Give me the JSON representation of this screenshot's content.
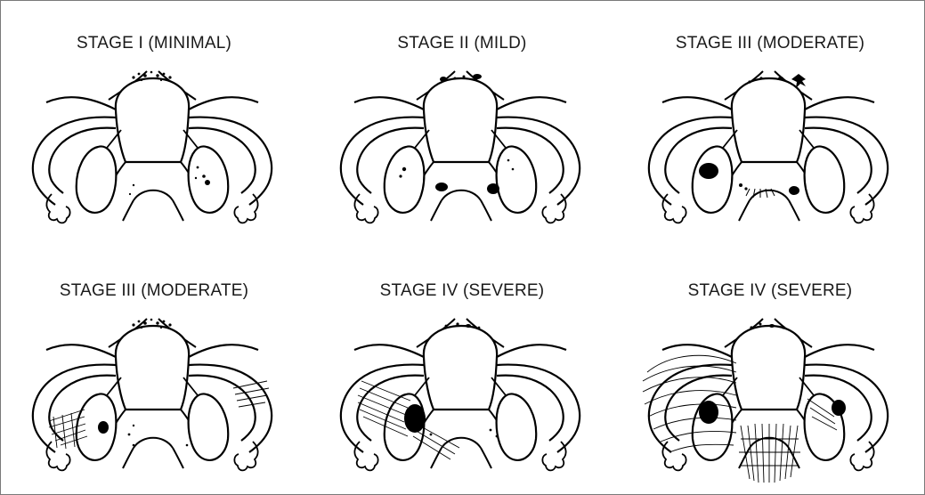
{
  "figure": {
    "panels": [
      {
        "label": "STAGE I (MINIMAL)"
      },
      {
        "label": "STAGE II (MILD)"
      },
      {
        "label": "STAGE III (MODERATE)"
      },
      {
        "label": "STAGE III (MODERATE)"
      },
      {
        "label": "STAGE IV (SEVERE)"
      },
      {
        "label": "STAGE IV (SEVERE)"
      }
    ]
  }
}
